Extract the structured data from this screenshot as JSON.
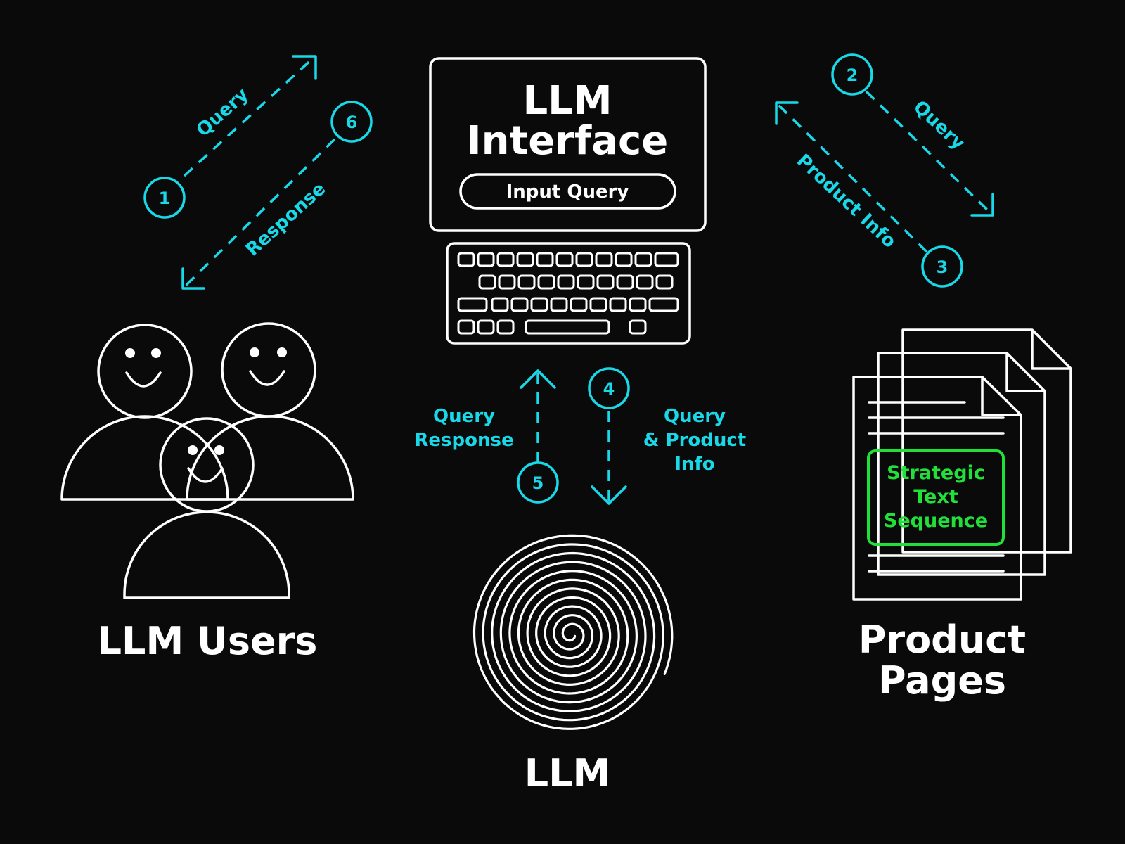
{
  "colors": {
    "background": "#0a0a0a",
    "line": "#ffffff",
    "flow": "#19d8e8",
    "highlight": "#22e03a"
  },
  "interface": {
    "title_line1": "LLM",
    "title_line2": "Interface",
    "input_label": "Input Query"
  },
  "users": {
    "label": "LLM Users"
  },
  "product_pages": {
    "label_line1": "Product",
    "label_line2": "Pages",
    "highlight_line1": "Strategic",
    "highlight_line2": "Text",
    "highlight_line3": "Sequence"
  },
  "llm": {
    "label": "LLM"
  },
  "flows": {
    "step1": {
      "number": "1",
      "label": "Query"
    },
    "step2": {
      "number": "2",
      "label": "Query"
    },
    "step3": {
      "number": "3",
      "label": "Product Info"
    },
    "step4": {
      "number": "4",
      "label_line1": "Query",
      "label_line2": "& Product",
      "label_line3": "Info"
    },
    "step5": {
      "number": "5",
      "label_line1": "Query",
      "label_line2": "Response"
    },
    "step6": {
      "number": "6",
      "label": "Response"
    }
  }
}
